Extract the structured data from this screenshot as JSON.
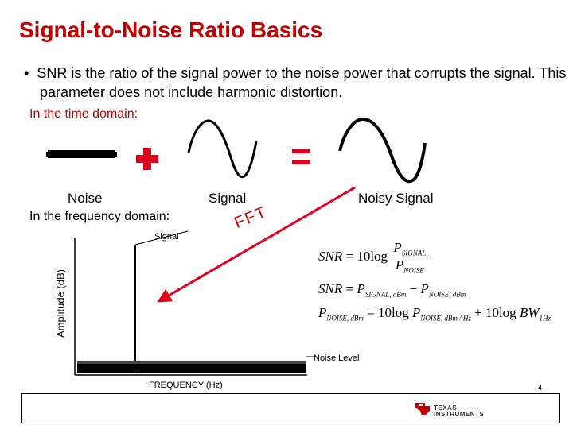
{
  "slide": {
    "title": "Signal-to-Noise Ratio Basics",
    "bullet_marker": "•",
    "bullet_text": "SNR is the ratio of the signal power to the noise power that corrupts the signal. This parameter does not include harmonic distortion.",
    "time_domain_heading": "In the time domain:",
    "freq_domain_heading": "In the frequency domain:",
    "page_number": "4"
  },
  "time_domain": {
    "noise_label": "Noise",
    "signal_label": "Signal",
    "noisy_signal_label": "Noisy Signal",
    "plus_color": "#e0001b",
    "equals_color": "#e0001b"
  },
  "fft": {
    "label": "FFT",
    "arrow_color": "#e0001b"
  },
  "frequency_plot": {
    "signal_label": "Signal",
    "y_axis_label": "Amplitude (dB)",
    "x_axis_label": "FREQUENCY (Hz)",
    "noise_level_label": "Noise Level"
  },
  "equations": {
    "eq1": {
      "lhs": "SNR",
      "equals": "=",
      "coef": "10",
      "fn": "log",
      "num_var": "P",
      "num_sub": "SIGNAL",
      "den_var": "P",
      "den_sub": "NOISE"
    },
    "eq2": {
      "lhs": "SNR",
      "equals": "=",
      "t1_var": "P",
      "t1_sub": "SIGNAL, dBm",
      "minus": "−",
      "t2_var": "P",
      "t2_sub": "NOISE, dBm"
    },
    "eq3": {
      "lhs_var": "P",
      "lhs_sub": "NOISE, dBm",
      "equals": "=",
      "coef": "10",
      "fn": "log",
      "t1_var": "P",
      "t1_sub": "NOISE, dBm / Hz",
      "plus": "+",
      "coef2": "10",
      "fn2": "log",
      "t2_var": "BW",
      "t2_sub": "1Hz"
    }
  },
  "logo": {
    "line1": "TEXAS",
    "line2": "INSTRUMENTS",
    "color": "#c00000"
  }
}
